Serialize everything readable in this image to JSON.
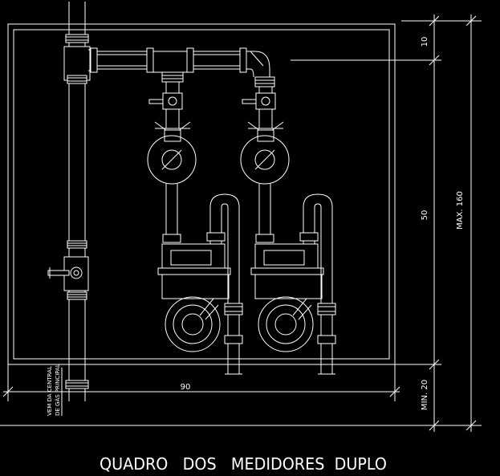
{
  "drawing": {
    "title": "QUADRO   DOS   MEDIDORES  DUPLO",
    "dimensions": {
      "width": "90",
      "top_clearance": "10",
      "box_height": "50",
      "max_height": "MAX. 160",
      "min_height": "MIN. 20"
    },
    "supply_note": {
      "line1": "VEM DA CENTRAL",
      "line2": "DE GÁS PRINCIPAL"
    }
  },
  "colors": {
    "background": "#000000",
    "linework": "#ffffff"
  }
}
